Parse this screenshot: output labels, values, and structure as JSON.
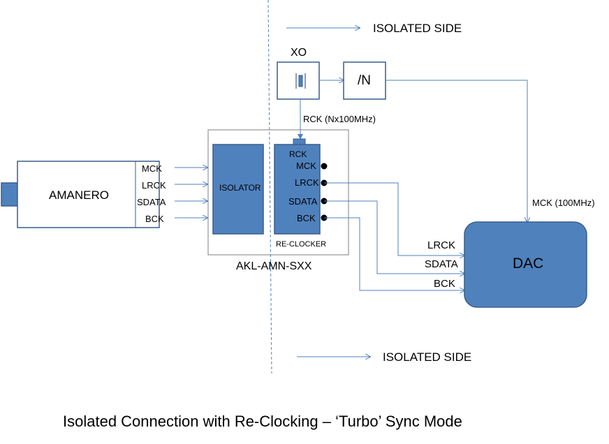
{
  "top_side_label": "ISOLATED SIDE",
  "bottom_side_label": "ISOLATED SIDE",
  "xo_label": "XO",
  "divider_label": "/N",
  "rck_line_label": "RCK (Nx100MHz)",
  "amanero": {
    "title": "AMANERO",
    "signals": [
      "MCK",
      "LRCK",
      "SDATA",
      "BCK"
    ]
  },
  "module": {
    "name": "AKL-AMN-SXX",
    "isolator_label": "ISOLATOR",
    "reclocker_label": "RE-CLOCKER",
    "rck_pin": "RCK",
    "signals": [
      "MCK",
      "LRCK",
      "SDATA",
      "BCK"
    ]
  },
  "mck_label": "MCK (100MHz)",
  "dac": {
    "title": "DAC",
    "signals": [
      "LRCK",
      "SDATA",
      "BCK"
    ]
  },
  "caption": "Isolated Connection with Re-Clocking – ‘Turbo’ Sync Mode",
  "colors": {
    "block_fill": "#4f81bd",
    "block_stroke": "#385d8a",
    "line": "#4f81bd"
  }
}
